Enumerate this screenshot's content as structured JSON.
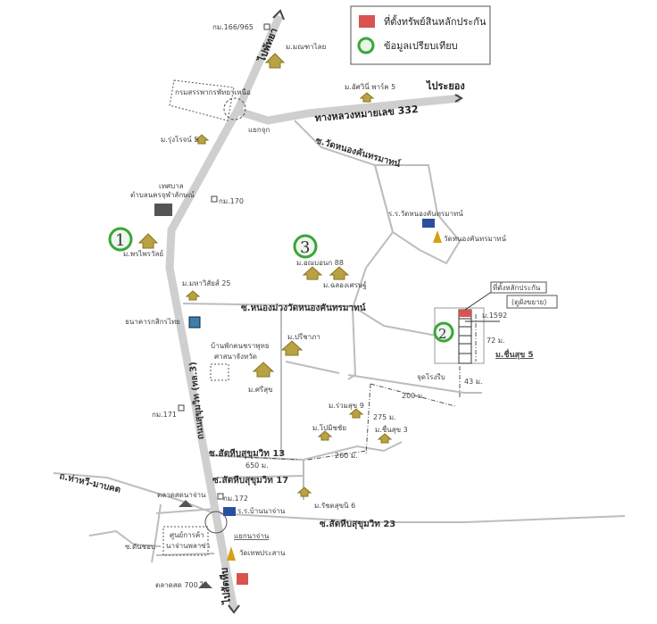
{
  "legend": {
    "collateral_label": "ที่ตั้งทรัพย์สินหลักประกัน",
    "comparable_label": "ข้อมูลเปรียบเทียบ",
    "collateral_color": "#d9534f",
    "comparable_color": "#3aa63a"
  },
  "markers": [
    "1",
    "2",
    "3"
  ],
  "roads": {
    "to_pattaya": "ไปพัทยา",
    "to_rayong": "ไประยอง",
    "to_sattahip": "ไปสัตหีบ",
    "highway_332": "ทางหลวงหมายเลข 332",
    "sukhumvit": "ถนนสุขุมวิท (ทล.3)",
    "soi_wat_nong_khan": "ซ.วัดหนองคันทรมาทน์",
    "soi_nong_muang": "ซ.หนองม่วงวัดหนองคันทรมาทน์",
    "soi_13": "ซ.สัตหีบสุขุมวิท 13",
    "soi_17": "ซ.สัตหีบสุขุมวิท 17",
    "soi_23": "ซ.สัตหีบสุขุมวิท 23",
    "tha_hwi_road": "ถ.ท่าหวี-มาบคต",
    "soi_dan_chob": "ซ.ดันชอบ"
  },
  "places": {
    "km_166": "กม.166/965",
    "mon_thai": "ม.มณฑาไลย",
    "revenue_office": "กรมสรรพากรพัทยาเหนือ",
    "junction_1": "แยกจุก",
    "asawini_park": "ม.อัศวินี่ พาร์ค 5",
    "rungroj": "ม.รุ่งโรจน์ 5",
    "municipality_1": "เทศบาล",
    "municipality_2": "ตำบลนครจุฬาลักษณ์",
    "km_170": "กม.170",
    "phonphrai": "ม.พรไพรวัลย์",
    "school_wat": "ร.ร.วัดหนองคันทรมาทน์",
    "wat_nong_khan": "วัดหนองคันทรมาทน์",
    "onbonok": "ม.อณบอนก 88",
    "chalongset": "ม.ฉลองเศรษฐ์",
    "mahawisai": "ม.มหาวิสัยส์ 25",
    "bank": "ธนาคารกสิกรไทย",
    "elder_home_1": "บ้านพักคนชราพุทธ",
    "elder_home_2": "ศาสนาจังหวัด",
    "preechapha": "ม.ปรีชาภา",
    "srisuk": "ม.ศรีสุข",
    "km_171": "กม.171",
    "collateral_site": "ที่ตั้งหลักประกัน",
    "see_zoom": "(ดูผังขยาย)",
    "plot_no": "ม.1592",
    "chuensuk_5": "ม.ชื่นสุข 5",
    "point": "จุดโรงรีบ",
    "ruamsuk_9": "ม.ร่วมสุข 9",
    "pomichai": "ม.โปมิชชัย",
    "chuensuk_3": "ม.ชื่นสุข 3",
    "ratsuk_6": "ม.รัชตสุขนิ 6",
    "market": "ตลาดสดนาจ่าน",
    "km_172": "กม.172",
    "school_najan": "ร.ร.บ้านนาจ่าน",
    "mall_1": "ศูนย์การค้า",
    "mall_2": "นาจ่านพลาซ่า",
    "junction_najan": "แยกนาจ่าน",
    "wat_thep": "วัดเทพประสาน",
    "market_700": "ตลาดสด 700 ไร่"
  },
  "distances": {
    "d72": "72 ม.",
    "d43": "43 ม.",
    "d200": "200 ม.",
    "d275": "275 ม.",
    "d260": "260 ม.",
    "d650": "650 ม."
  }
}
